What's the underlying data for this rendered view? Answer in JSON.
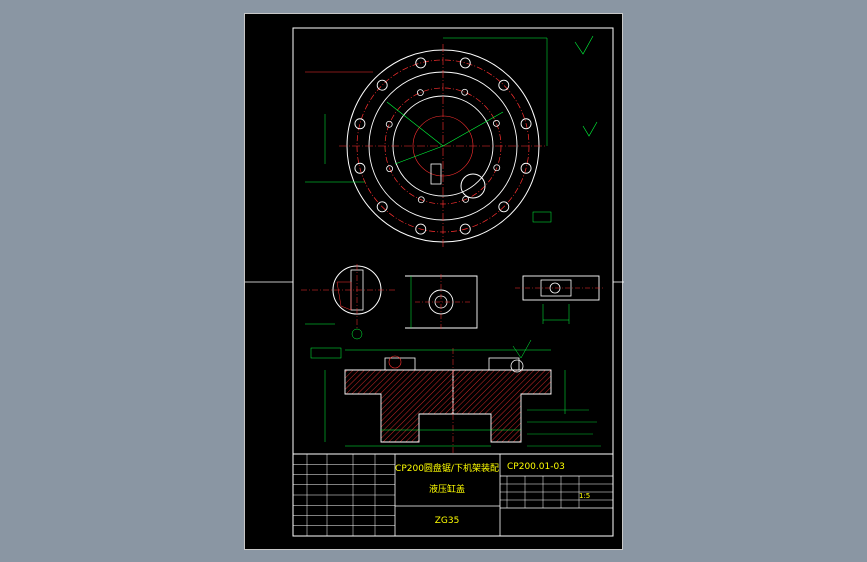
{
  "title_block": {
    "assembly_title": "CP200圆盘锯/下机架装配",
    "part_name": "液压缸盖",
    "material": "ZG35",
    "drawing_number": "CP200.01-03",
    "scale": "1:5"
  },
  "colors": {
    "background": "#000000",
    "outline": "#ffffff",
    "center_lines": "#ff3030",
    "dimensions": "#00ff3c",
    "annotations": "#ffff00",
    "hatch": "#ff3030"
  }
}
